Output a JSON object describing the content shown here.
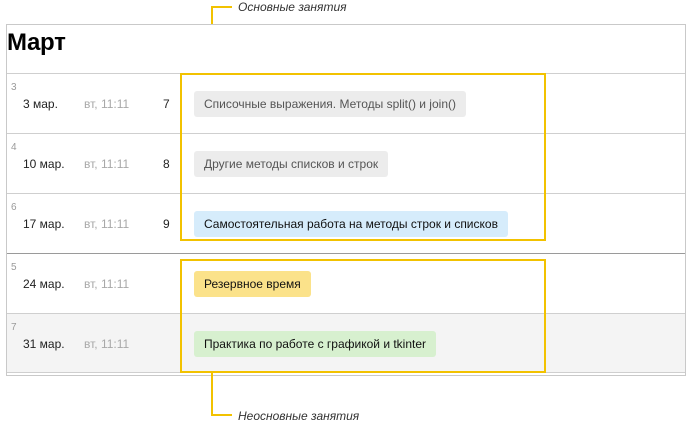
{
  "annotations": {
    "main": "Основные занятия",
    "extra": "Неосновные занятия"
  },
  "month": {
    "title": "Март"
  },
  "lessons": [
    {
      "num": "3",
      "date": "3 мар.",
      "time": "вт, 11:11",
      "count": "7",
      "topic": "Списочные выражения. Методы split() и join()",
      "style": "grey"
    },
    {
      "num": "4",
      "date": "10 мар.",
      "time": "вт, 11:11",
      "count": "8",
      "topic": "Другие методы списков и строк",
      "style": "grey"
    },
    {
      "num": "6",
      "date": "17 мар.",
      "time": "вт, 11:11",
      "count": "9",
      "topic": "Самостоятельная работа на методы строк и списков",
      "style": "blue"
    },
    {
      "num": "5",
      "date": "24 мар.",
      "time": "вт, 11:11",
      "count": "",
      "topic": "Резервное время",
      "style": "yellow"
    },
    {
      "num": "7",
      "date": "31 мар.",
      "time": "вт, 11:11",
      "count": "",
      "topic": "Практика по работе с графикой и tkinter",
      "style": "green"
    }
  ],
  "colors": {
    "highlight": "#f2c200",
    "tag_grey": "#ececec",
    "tag_blue": "#d6ecfb",
    "tag_yellow": "#fbe28a",
    "tag_green": "#d7f0cf"
  }
}
